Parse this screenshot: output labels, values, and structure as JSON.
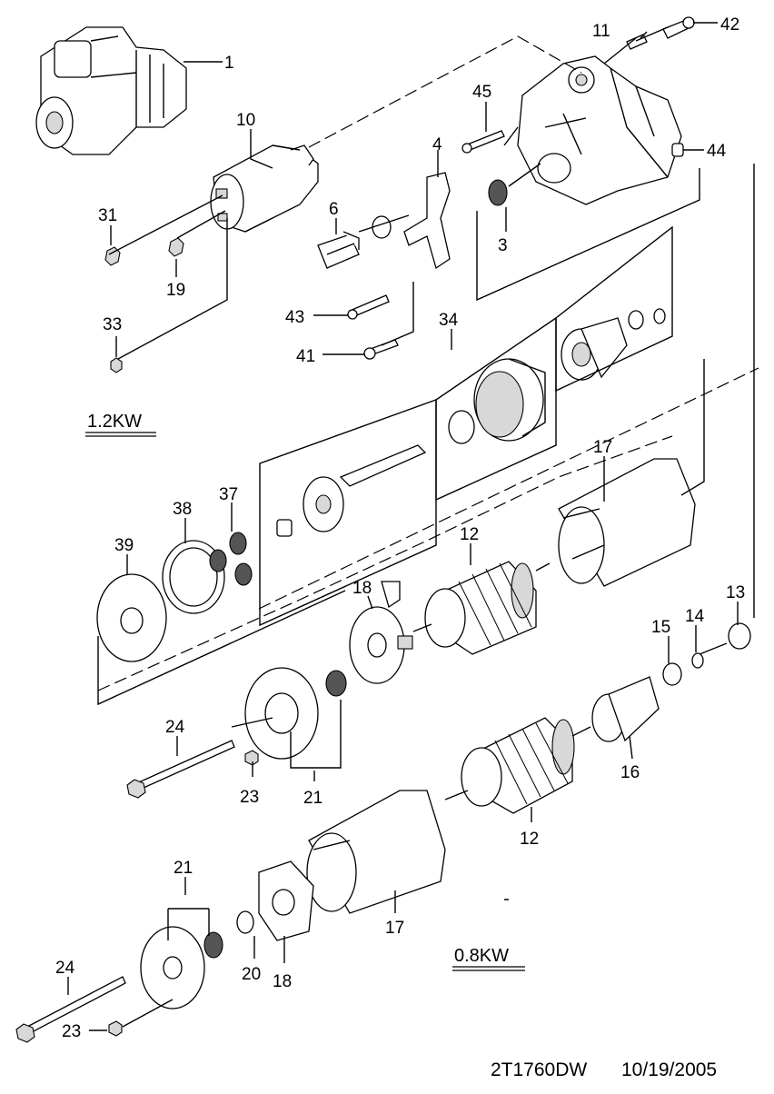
{
  "diagram": {
    "callouts": [
      "1",
      "10",
      "11",
      "42",
      "45",
      "4",
      "44",
      "6",
      "31",
      "19",
      "3",
      "33",
      "43",
      "41",
      "34",
      "17",
      "38",
      "37",
      "39",
      "12",
      "18",
      "13",
      "15",
      "14",
      "24",
      "23",
      "21",
      "16",
      "12",
      "17",
      "21",
      "20",
      "18",
      "24",
      "23"
    ],
    "ratings": {
      "upper": "1.2KW",
      "lower": "0.8KW"
    },
    "footer": {
      "drawing_number": "2T1760DW",
      "date": "10/19/2005"
    }
  }
}
